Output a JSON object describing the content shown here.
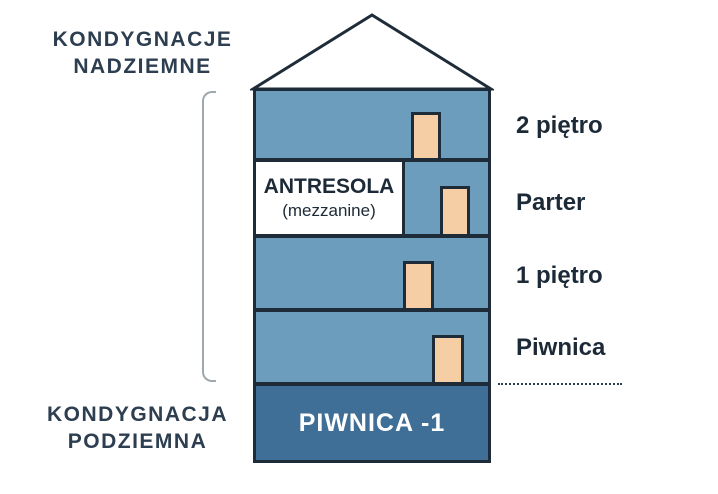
{
  "labels": {
    "above_ground_line1": "KONDYGNACJE",
    "above_ground_line2": "NADZIEMNE",
    "below_ground_line1": "KONDYGNACJA",
    "below_ground_line2": "PODZIEMNA"
  },
  "floors": [
    {
      "side_label": "2 piętro"
    },
    {
      "side_label": "Parter"
    },
    {
      "side_label": "1 piętro"
    },
    {
      "side_label": "Piwnica"
    }
  ],
  "mezzanine": {
    "title": "ANTRESOLA",
    "subtitle": "(mezzanine)"
  },
  "basement": {
    "label": "PIWNICA -1"
  },
  "colors": {
    "floor_fill": "#6d9dbd",
    "basement_fill": "#3f6f97",
    "door_fill": "#f5cea5",
    "outline": "#1e2b38"
  }
}
